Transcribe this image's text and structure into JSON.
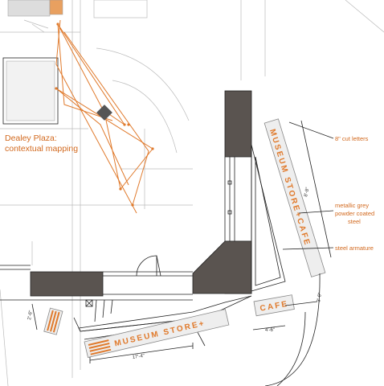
{
  "context_label": {
    "line1": "Dealey Plaza:",
    "line2": "contextual mapping"
  },
  "annotations": {
    "cut_letters": "8\" cut letters",
    "finish_line1": "metallic grey",
    "finish_line2": "powder coated",
    "finish_line3": "steel",
    "armature": "steel armature"
  },
  "signs": {
    "vertical": "MUSEUM STORE+CAFE",
    "cafe": "CAFE",
    "horizontal": "MUSEUM STORE+"
  },
  "dimensions": {
    "d1": "17'-4\"",
    "d2": "4'-6\"",
    "d3": "2'-6\"",
    "d4": "3'-6\"",
    "d5": "8'-8\""
  },
  "colors": {
    "accent": "#e07a2c",
    "wall": "#5a5450",
    "line": "#222222"
  }
}
